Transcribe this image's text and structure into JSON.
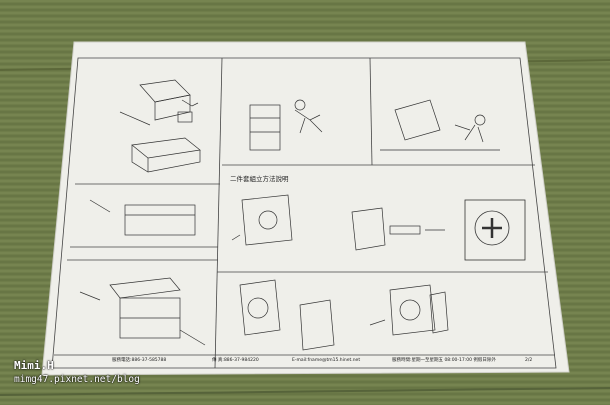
{
  "sheet": {
    "heading_assembly": "二件套組立方法說明",
    "footer_service_phone": "服務電話:886-37-585788",
    "footer_fax": "傳 真:886-37-984220",
    "footer_email": "E-mail:fname@tm15.hinet.net",
    "footer_hours": "服務時間:星期一至星期五 08:00-17:00 例假日除外",
    "page_number": "2/2"
  },
  "watermark": {
    "name": "Mimi.H",
    "url": "mimg47.pixnet.net/blog"
  },
  "colors": {
    "tatami": "#6f7d4a",
    "paper": "#efefea",
    "ink": "#333333",
    "watermark_text": "#ffffff"
  }
}
